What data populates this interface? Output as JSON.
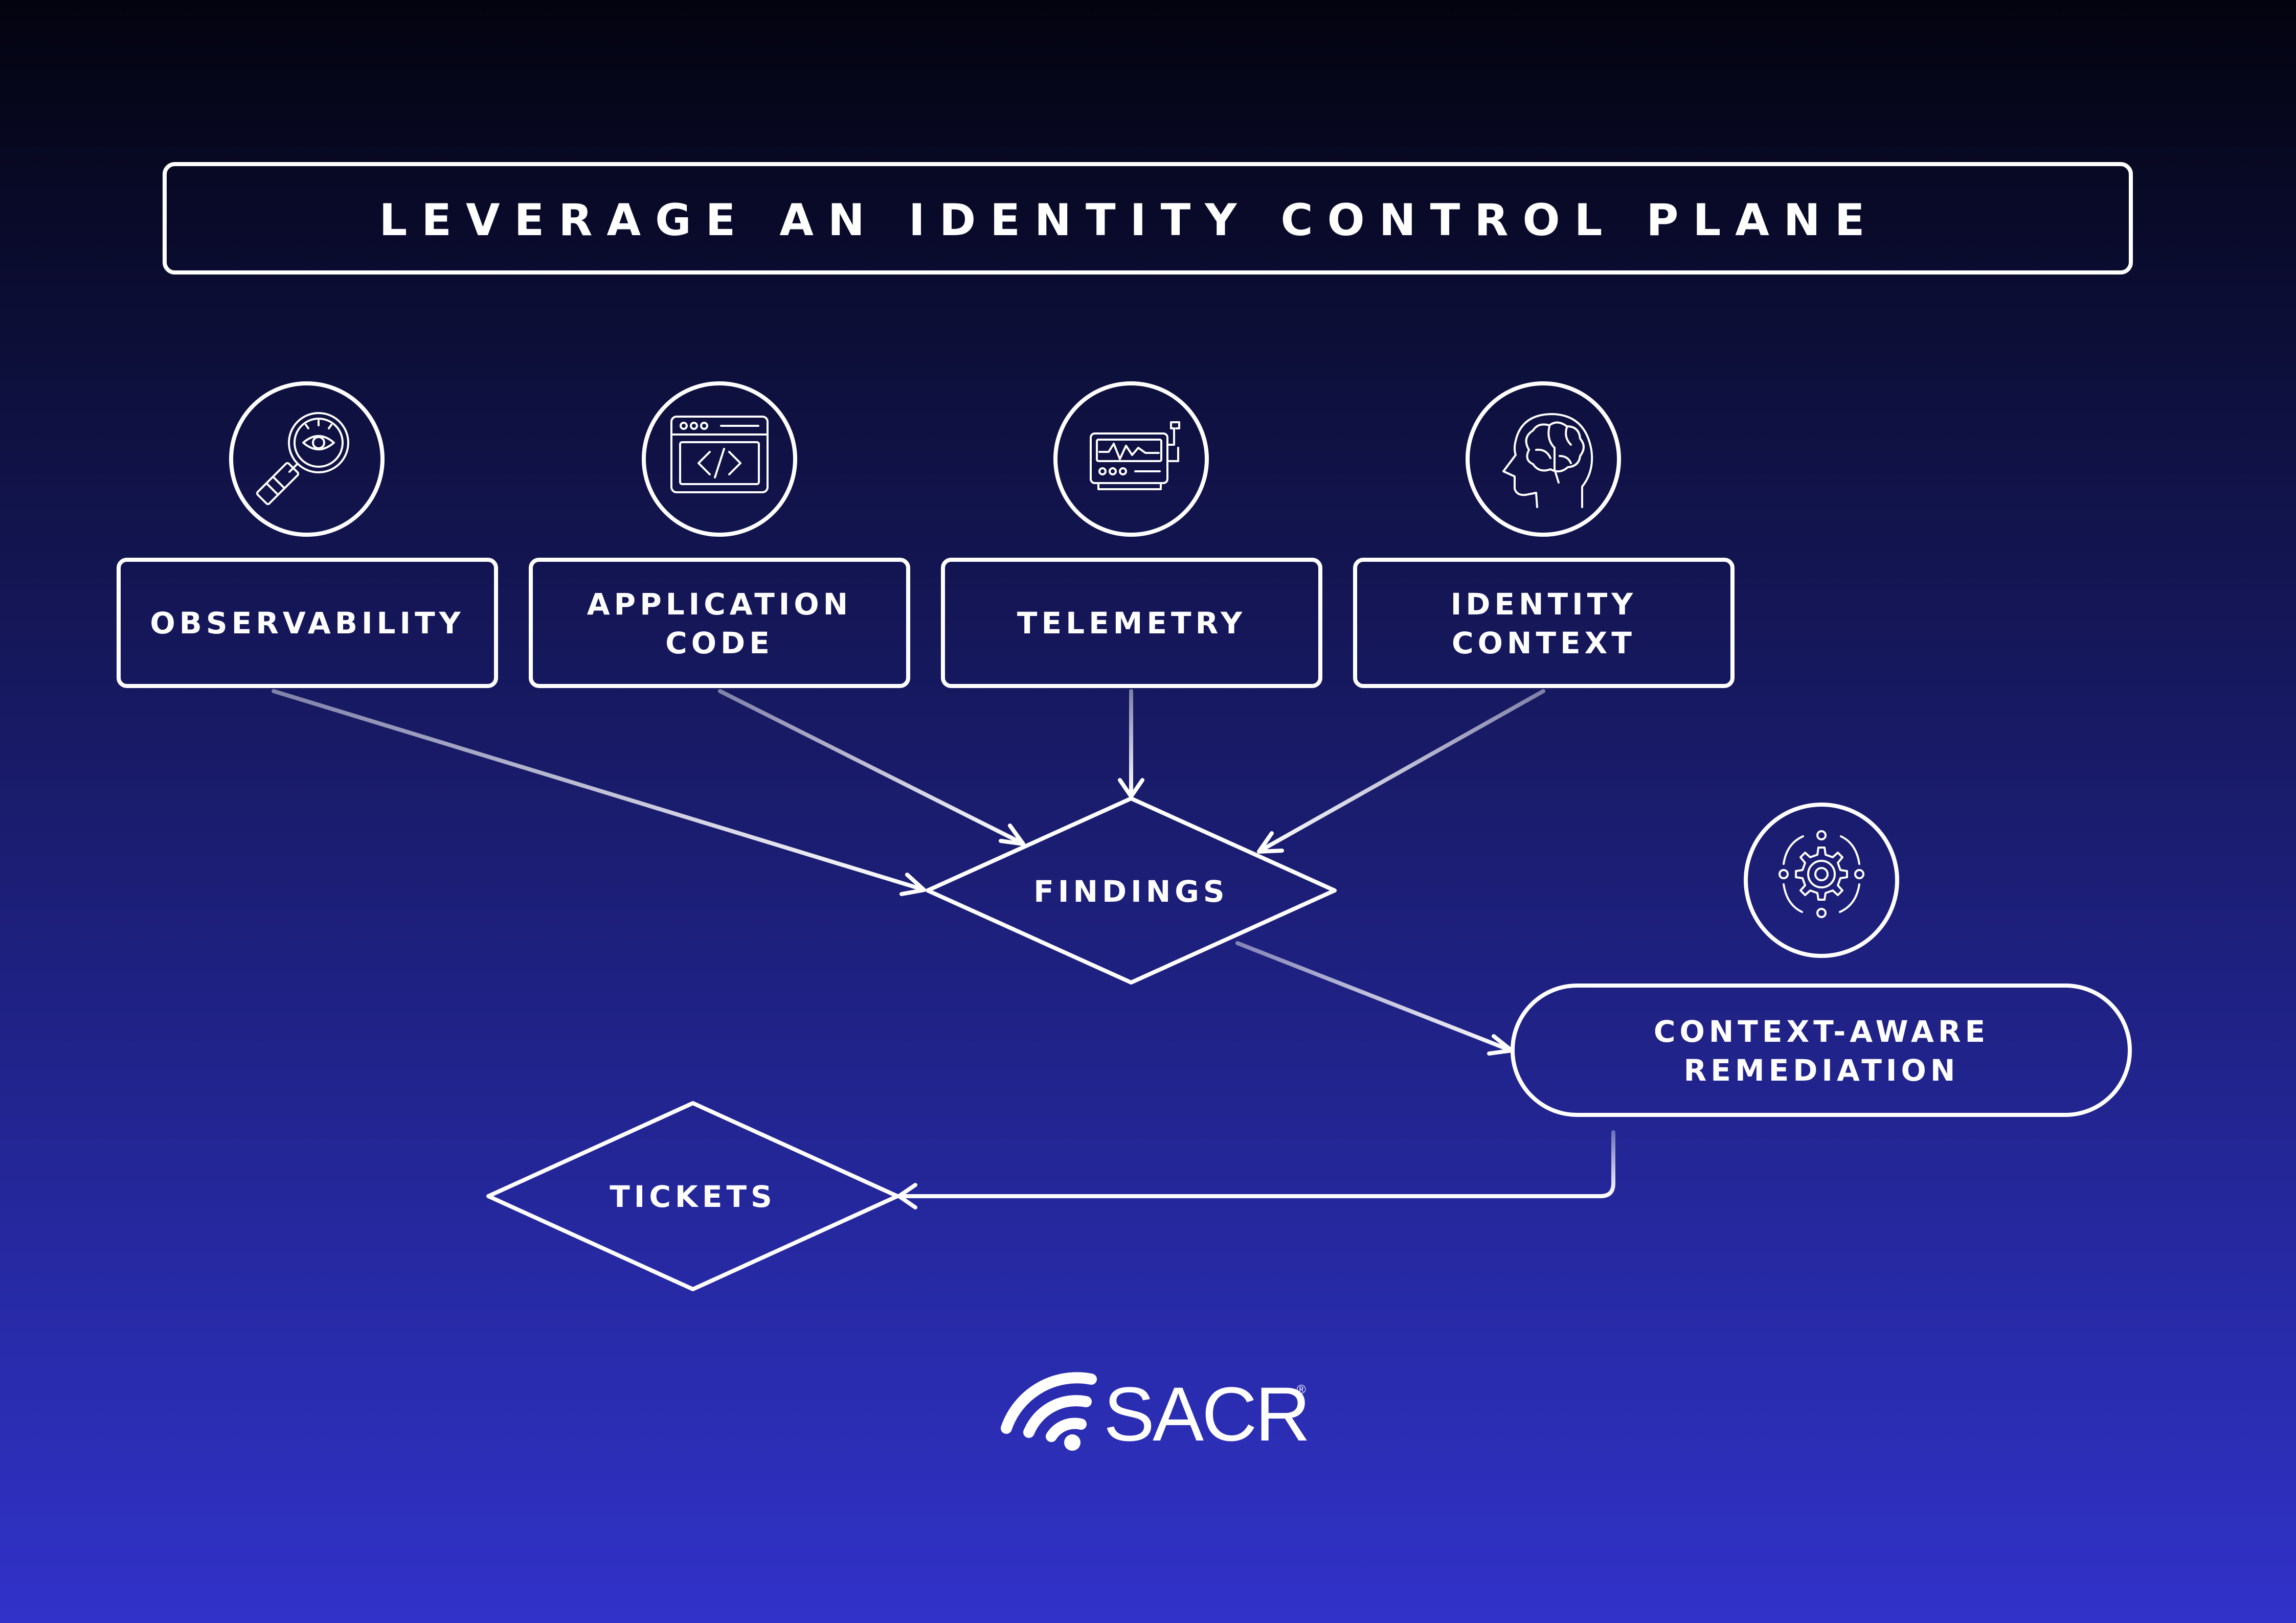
{
  "title": "LEVERAGE AN IDENTITY CONTROL PLANE",
  "sources": [
    {
      "label_lines": [
        "OBSERVABILITY"
      ],
      "icon": "magnifier-eye-icon"
    },
    {
      "label_lines": [
        "APPLICATION",
        "CODE"
      ],
      "icon": "code-window-icon"
    },
    {
      "label_lines": [
        "TELEMETRY"
      ],
      "icon": "telemetry-device-icon"
    },
    {
      "label_lines": [
        "IDENTITY",
        "CONTEXT"
      ],
      "icon": "brain-head-icon"
    }
  ],
  "findings": {
    "label": "FINDINGS"
  },
  "remediation": {
    "label_lines": [
      "CONTEXT-AWARE",
      "REMEDIATION"
    ],
    "icon": "gear-network-icon"
  },
  "tickets": {
    "label": "TICKETS"
  },
  "logo": {
    "text": "SACR",
    "registered": "®",
    "icon": "signal-waves-icon"
  },
  "colors": {
    "stroke": "#ffffff",
    "bg_top": "#03030f",
    "bg_bottom": "#3132c9"
  }
}
